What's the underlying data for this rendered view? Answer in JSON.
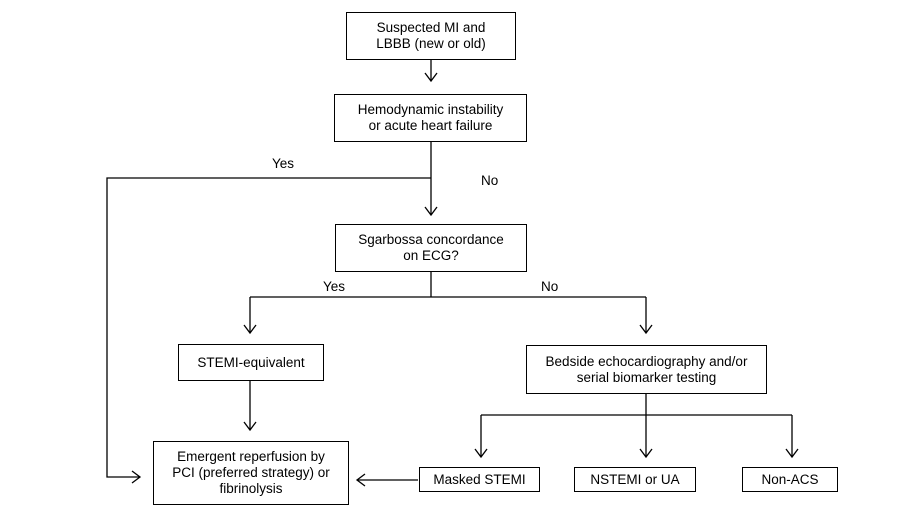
{
  "nodes": {
    "suspected_mi": "Suspected MI and\nLBBB (new or old)",
    "hemodynamic": "Hemodynamic instability\nor acute heart failure",
    "sgarbossa": "Sgarbossa concordance\non ECG?",
    "stemi_equivalent": "STEMI-equivalent",
    "bedside_echo": "Bedside echocardiography and/or\nserial biomarker testing",
    "emergent_reperfusion": "Emergent reperfusion by\nPCI (preferred strategy) or\nfibrinolysis",
    "masked_stemi": "Masked STEMI",
    "nstemi_ua": "NSTEMI or UA",
    "non_acs": "Non-ACS"
  },
  "edge_labels": {
    "hemodynamic_yes": "Yes",
    "hemodynamic_no": "No",
    "sgarbossa_yes": "Yes",
    "sgarbossa_no": "No"
  },
  "colors": {
    "stroke": "#000000",
    "background": "#ffffff"
  }
}
